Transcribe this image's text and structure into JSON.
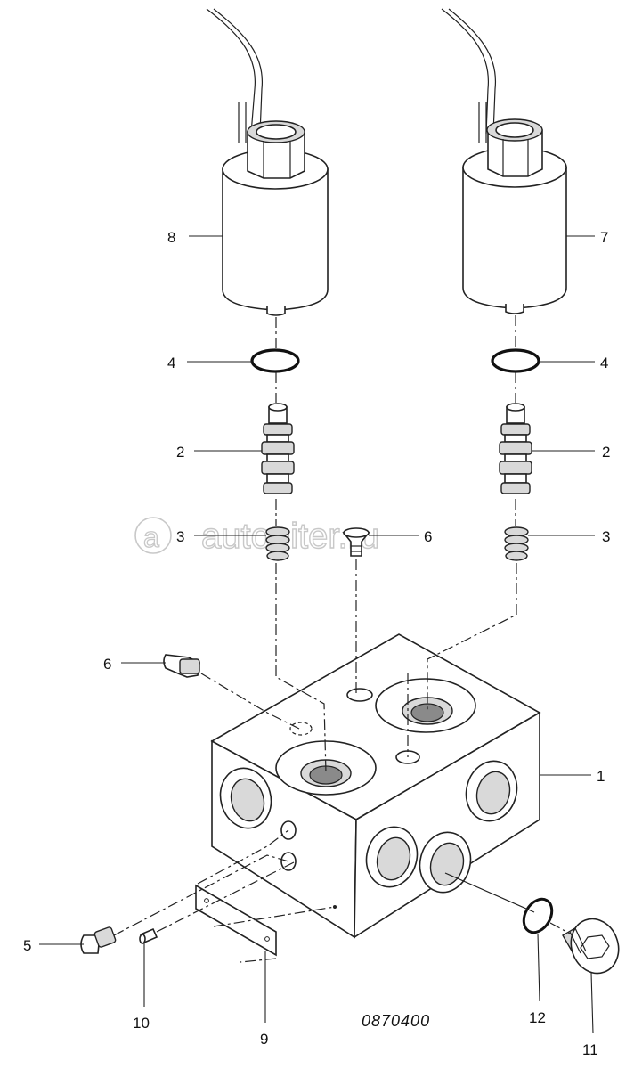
{
  "drawing_number": "0870400",
  "watermark": "autopiter.ru",
  "callouts": {
    "c1": "1",
    "c2_left": "2",
    "c2_right": "2",
    "c3_left": "3",
    "c3_right": "3",
    "c4_left": "4",
    "c4_right": "4",
    "c5": "5",
    "c6_top": "6",
    "c6_side": "6",
    "c7": "7",
    "c8": "8",
    "c9": "9",
    "c10": "10",
    "c11": "11",
    "c12": "12"
  }
}
